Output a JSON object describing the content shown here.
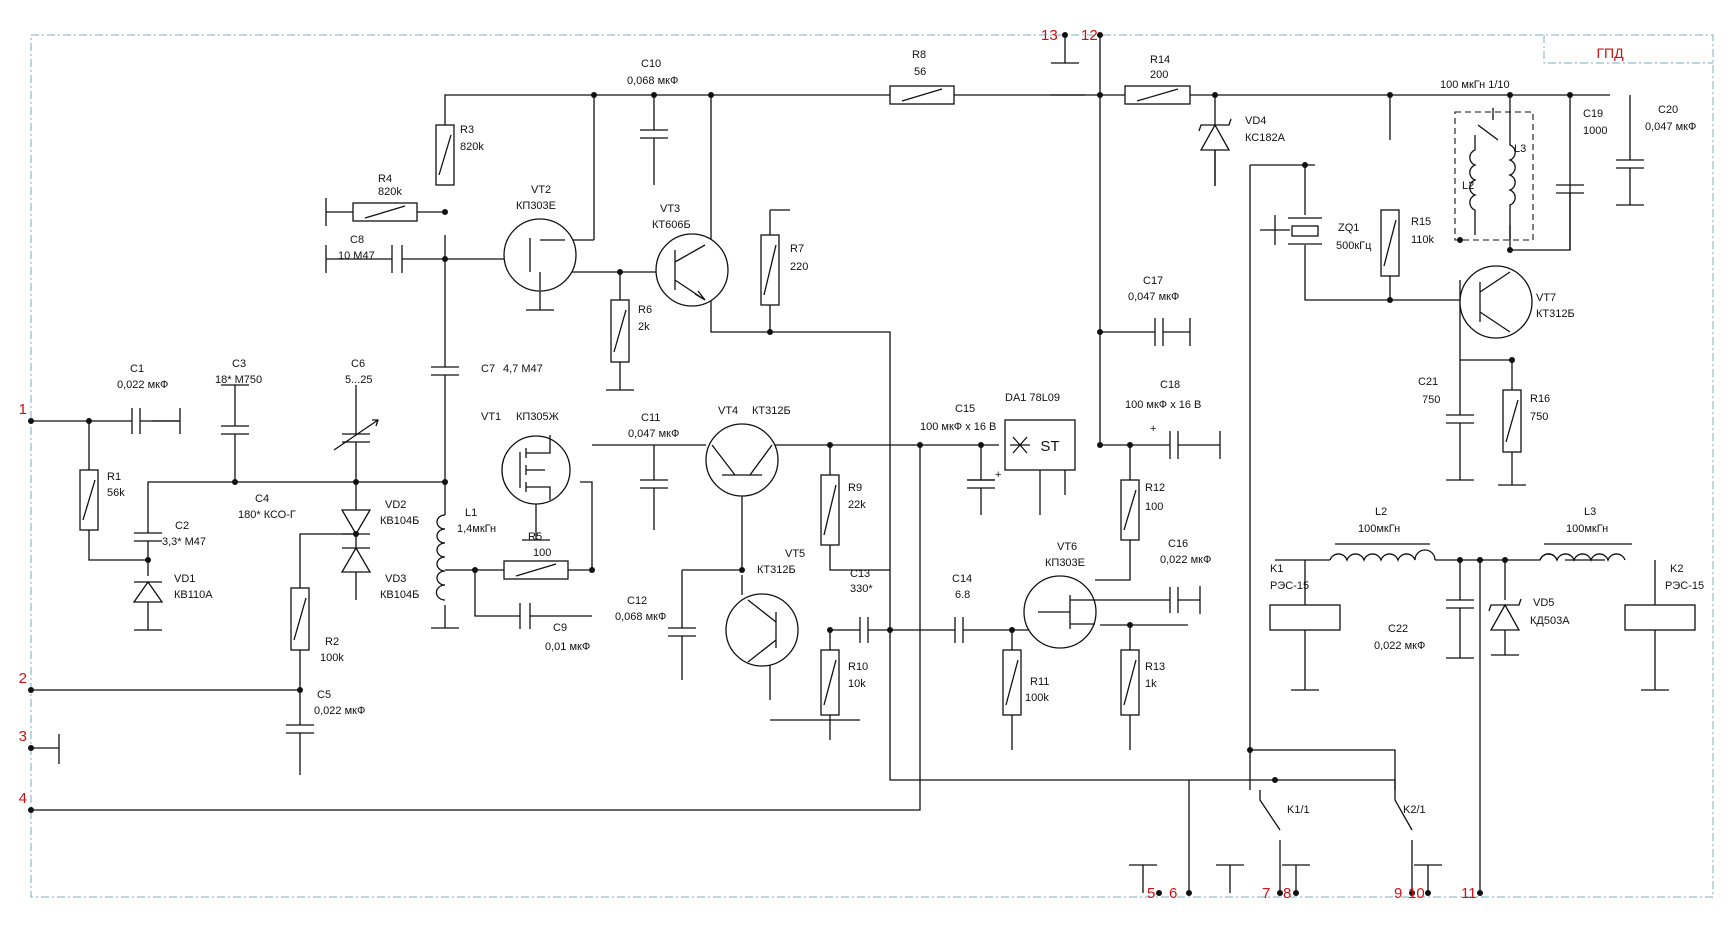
{
  "title": "ГПД",
  "pins": [
    "1",
    "2",
    "3",
    "4",
    "5",
    "6",
    "7",
    "8",
    "9",
    "10",
    "11",
    "12",
    "13"
  ],
  "components": {
    "C1": {
      "ref": "C1",
      "value": "0,022 мкФ"
    },
    "C2": {
      "ref": "C2",
      "value": "3,3* М47"
    },
    "C3": {
      "ref": "C3",
      "value": "18* М750"
    },
    "C4": {
      "ref": "C4",
      "value": "180* КСО-Г"
    },
    "C5": {
      "ref": "C5",
      "value": "0,022 мкФ"
    },
    "C6": {
      "ref": "C6",
      "value": "5...25"
    },
    "C7": {
      "ref": "C7",
      "value": "4,7 М47"
    },
    "C8": {
      "ref": "C8",
      "value": "10 М47"
    },
    "C9": {
      "ref": "C9",
      "value": "0,01 мкФ"
    },
    "C10": {
      "ref": "C10",
      "value": "0,068 мкФ"
    },
    "C11": {
      "ref": "C11",
      "value": "0,047 мкФ"
    },
    "C12": {
      "ref": "C12",
      "value": "0,068 мкФ"
    },
    "C13": {
      "ref": "C13",
      "value": "330*"
    },
    "C14": {
      "ref": "C14",
      "value": "6.8"
    },
    "C15": {
      "ref": "C15",
      "value": "100 мкФ х 16 В"
    },
    "C16": {
      "ref": "C16",
      "value": "0,022 мкФ"
    },
    "C17": {
      "ref": "C17",
      "value": "0,047 мкФ"
    },
    "C18": {
      "ref": "C18",
      "value": "100 мкФ х 16 В"
    },
    "C19": {
      "ref": "C19",
      "value": "1000"
    },
    "C20": {
      "ref": "C20",
      "value": "0,047 мкФ"
    },
    "C21": {
      "ref": "C21",
      "value": "750"
    },
    "C22": {
      "ref": "C22",
      "value": "0,022 мкФ"
    },
    "R1": {
      "ref": "R1",
      "value": "56k"
    },
    "R2": {
      "ref": "R2",
      "value": "100k"
    },
    "R3": {
      "ref": "R3",
      "value": "820k"
    },
    "R4": {
      "ref": "R4",
      "value": "820k"
    },
    "R5": {
      "ref": "R5",
      "value": "100"
    },
    "R6": {
      "ref": "R6",
      "value": "2k"
    },
    "R7": {
      "ref": "R7",
      "value": "220"
    },
    "R8": {
      "ref": "R8",
      "value": "56"
    },
    "R9": {
      "ref": "R9",
      "value": "22k"
    },
    "R10": {
      "ref": "R10",
      "value": "10k"
    },
    "R11": {
      "ref": "R11",
      "value": "100k"
    },
    "R12": {
      "ref": "R12",
      "value": "100"
    },
    "R13": {
      "ref": "R13",
      "value": "1k"
    },
    "R14": {
      "ref": "R14",
      "value": "200"
    },
    "R15": {
      "ref": "R15",
      "value": "110k"
    },
    "R16": {
      "ref": "R16",
      "value": "750"
    },
    "VD1": {
      "ref": "VD1",
      "value": "КВ110А"
    },
    "VD2": {
      "ref": "VD2",
      "value": "КВ104Б"
    },
    "VD3": {
      "ref": "VD3",
      "value": "КВ104Б"
    },
    "VD4": {
      "ref": "VD4",
      "value": "КС182А"
    },
    "VD5": {
      "ref": "VD5",
      "value": "КД503А"
    },
    "VT1": {
      "ref": "VT1",
      "value": "КП305Ж"
    },
    "VT2": {
      "ref": "VT2",
      "value": "КП303Е"
    },
    "VT3": {
      "ref": "VT3",
      "value": "КТ606Б"
    },
    "VT4": {
      "ref": "VT4",
      "value": "КТ312Б"
    },
    "VT5": {
      "ref": "VT5",
      "value": "КТ312Б"
    },
    "VT6": {
      "ref": "VT6",
      "value": "КП303Е"
    },
    "VT7": {
      "ref": "VT7",
      "value": "КТ312Б"
    },
    "L1": {
      "ref": "L1",
      "value": "1,4мкГн"
    },
    "L2b": {
      "ref": "L2",
      "value": "100мкГн"
    },
    "L3b": {
      "ref": "L3",
      "value": "100мкГн"
    },
    "L2": {
      "ref": "L2"
    },
    "L3": {
      "ref": "L3"
    },
    "ZQ1": {
      "ref": "ZQ1",
      "value": "500кГц"
    },
    "DA1": {
      "ref": "DA1 78L09",
      "body": "ST"
    },
    "K1": {
      "ref": "K1",
      "value": "РЭС-15",
      "contact": "K1/1"
    },
    "K2": {
      "ref": "K2",
      "value": "РЭС-15",
      "contact": "K2/1"
    },
    "LT": {
      "value": "100 мкГн 1/10"
    }
  }
}
